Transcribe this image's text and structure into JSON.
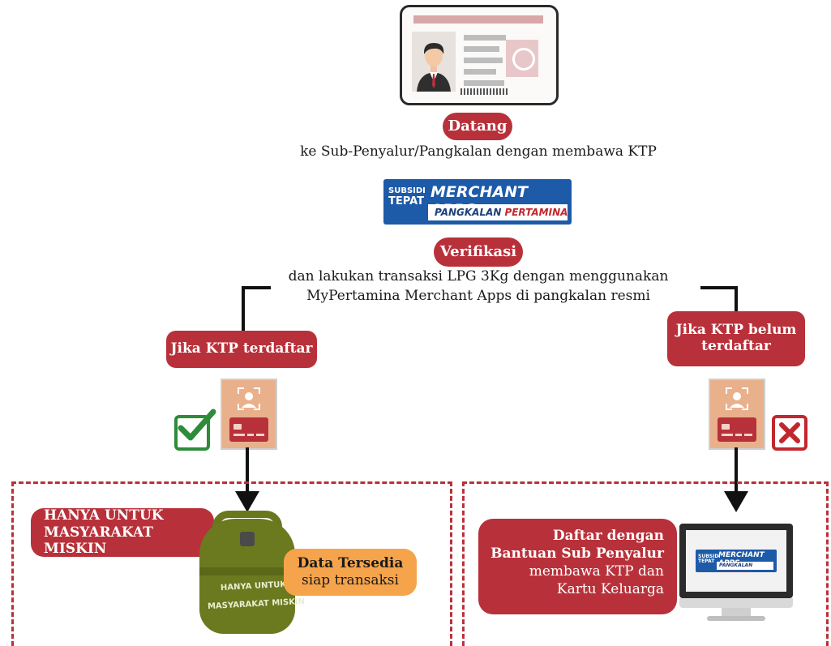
{
  "step1": {
    "label": "Datang",
    "caption": "ke Sub-Penyalur/Pangkalan dengan membawa KTP"
  },
  "logo": {
    "left_top": "SUBSIDI",
    "left_bottom": "TEPAT",
    "title": "MERCHANT APPS",
    "sub_dark": "PANGKALAN",
    "sub_red": "PERTAMINA"
  },
  "step2": {
    "label": "Verifikasi",
    "caption_line1": "dan lakukan transaksi LPG 3Kg dengan menggunakan",
    "caption_line2": "MyPertamina Merchant Apps di pangkalan resmi"
  },
  "branch_left": {
    "label": "Jika KTP terdaftar",
    "bubble_line1": "HANYA UNTUK",
    "bubble_line2": "MASYARAKAT MISKIN",
    "cylinder_line1": "HANYA UNTUK",
    "cylinder_line2": "MASYARAKAT MISKIN",
    "result_bold": "Data Tersedia",
    "result_normal": "siap transaksi"
  },
  "branch_right": {
    "label_line1": "Jika KTP belum",
    "label_line2": "terdaftar",
    "box_bold_line1": "Daftar dengan",
    "box_bold_line2": "Bantuan Sub Penyalur",
    "box_line3": "membawa KTP dan",
    "box_line4": "Kartu Keluarga"
  },
  "colors": {
    "accent_red": "#b8313a",
    "orange": "#f6a44b",
    "check_green": "#2e8b3a",
    "brand_blue": "#1d5aa8",
    "cylinder_green": "#6b7a1f"
  }
}
